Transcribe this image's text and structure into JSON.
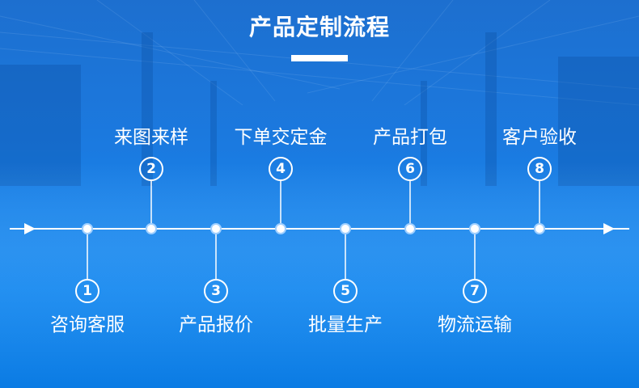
{
  "title": "产品定制流程",
  "steps": [
    {
      "num": "1",
      "label": "咨询客服"
    },
    {
      "num": "2",
      "label": "来图来样"
    },
    {
      "num": "3",
      "label": "产品报价"
    },
    {
      "num": "4",
      "label": "下单交定金"
    },
    {
      "num": "5",
      "label": "批量生产"
    },
    {
      "num": "6",
      "label": "产品打包"
    },
    {
      "num": "7",
      "label": "物流运输"
    },
    {
      "num": "8",
      "label": "客户验收"
    }
  ],
  "colors": {
    "background": "#1b7ae0",
    "line": "#ffffff",
    "text": "#ffffff"
  }
}
